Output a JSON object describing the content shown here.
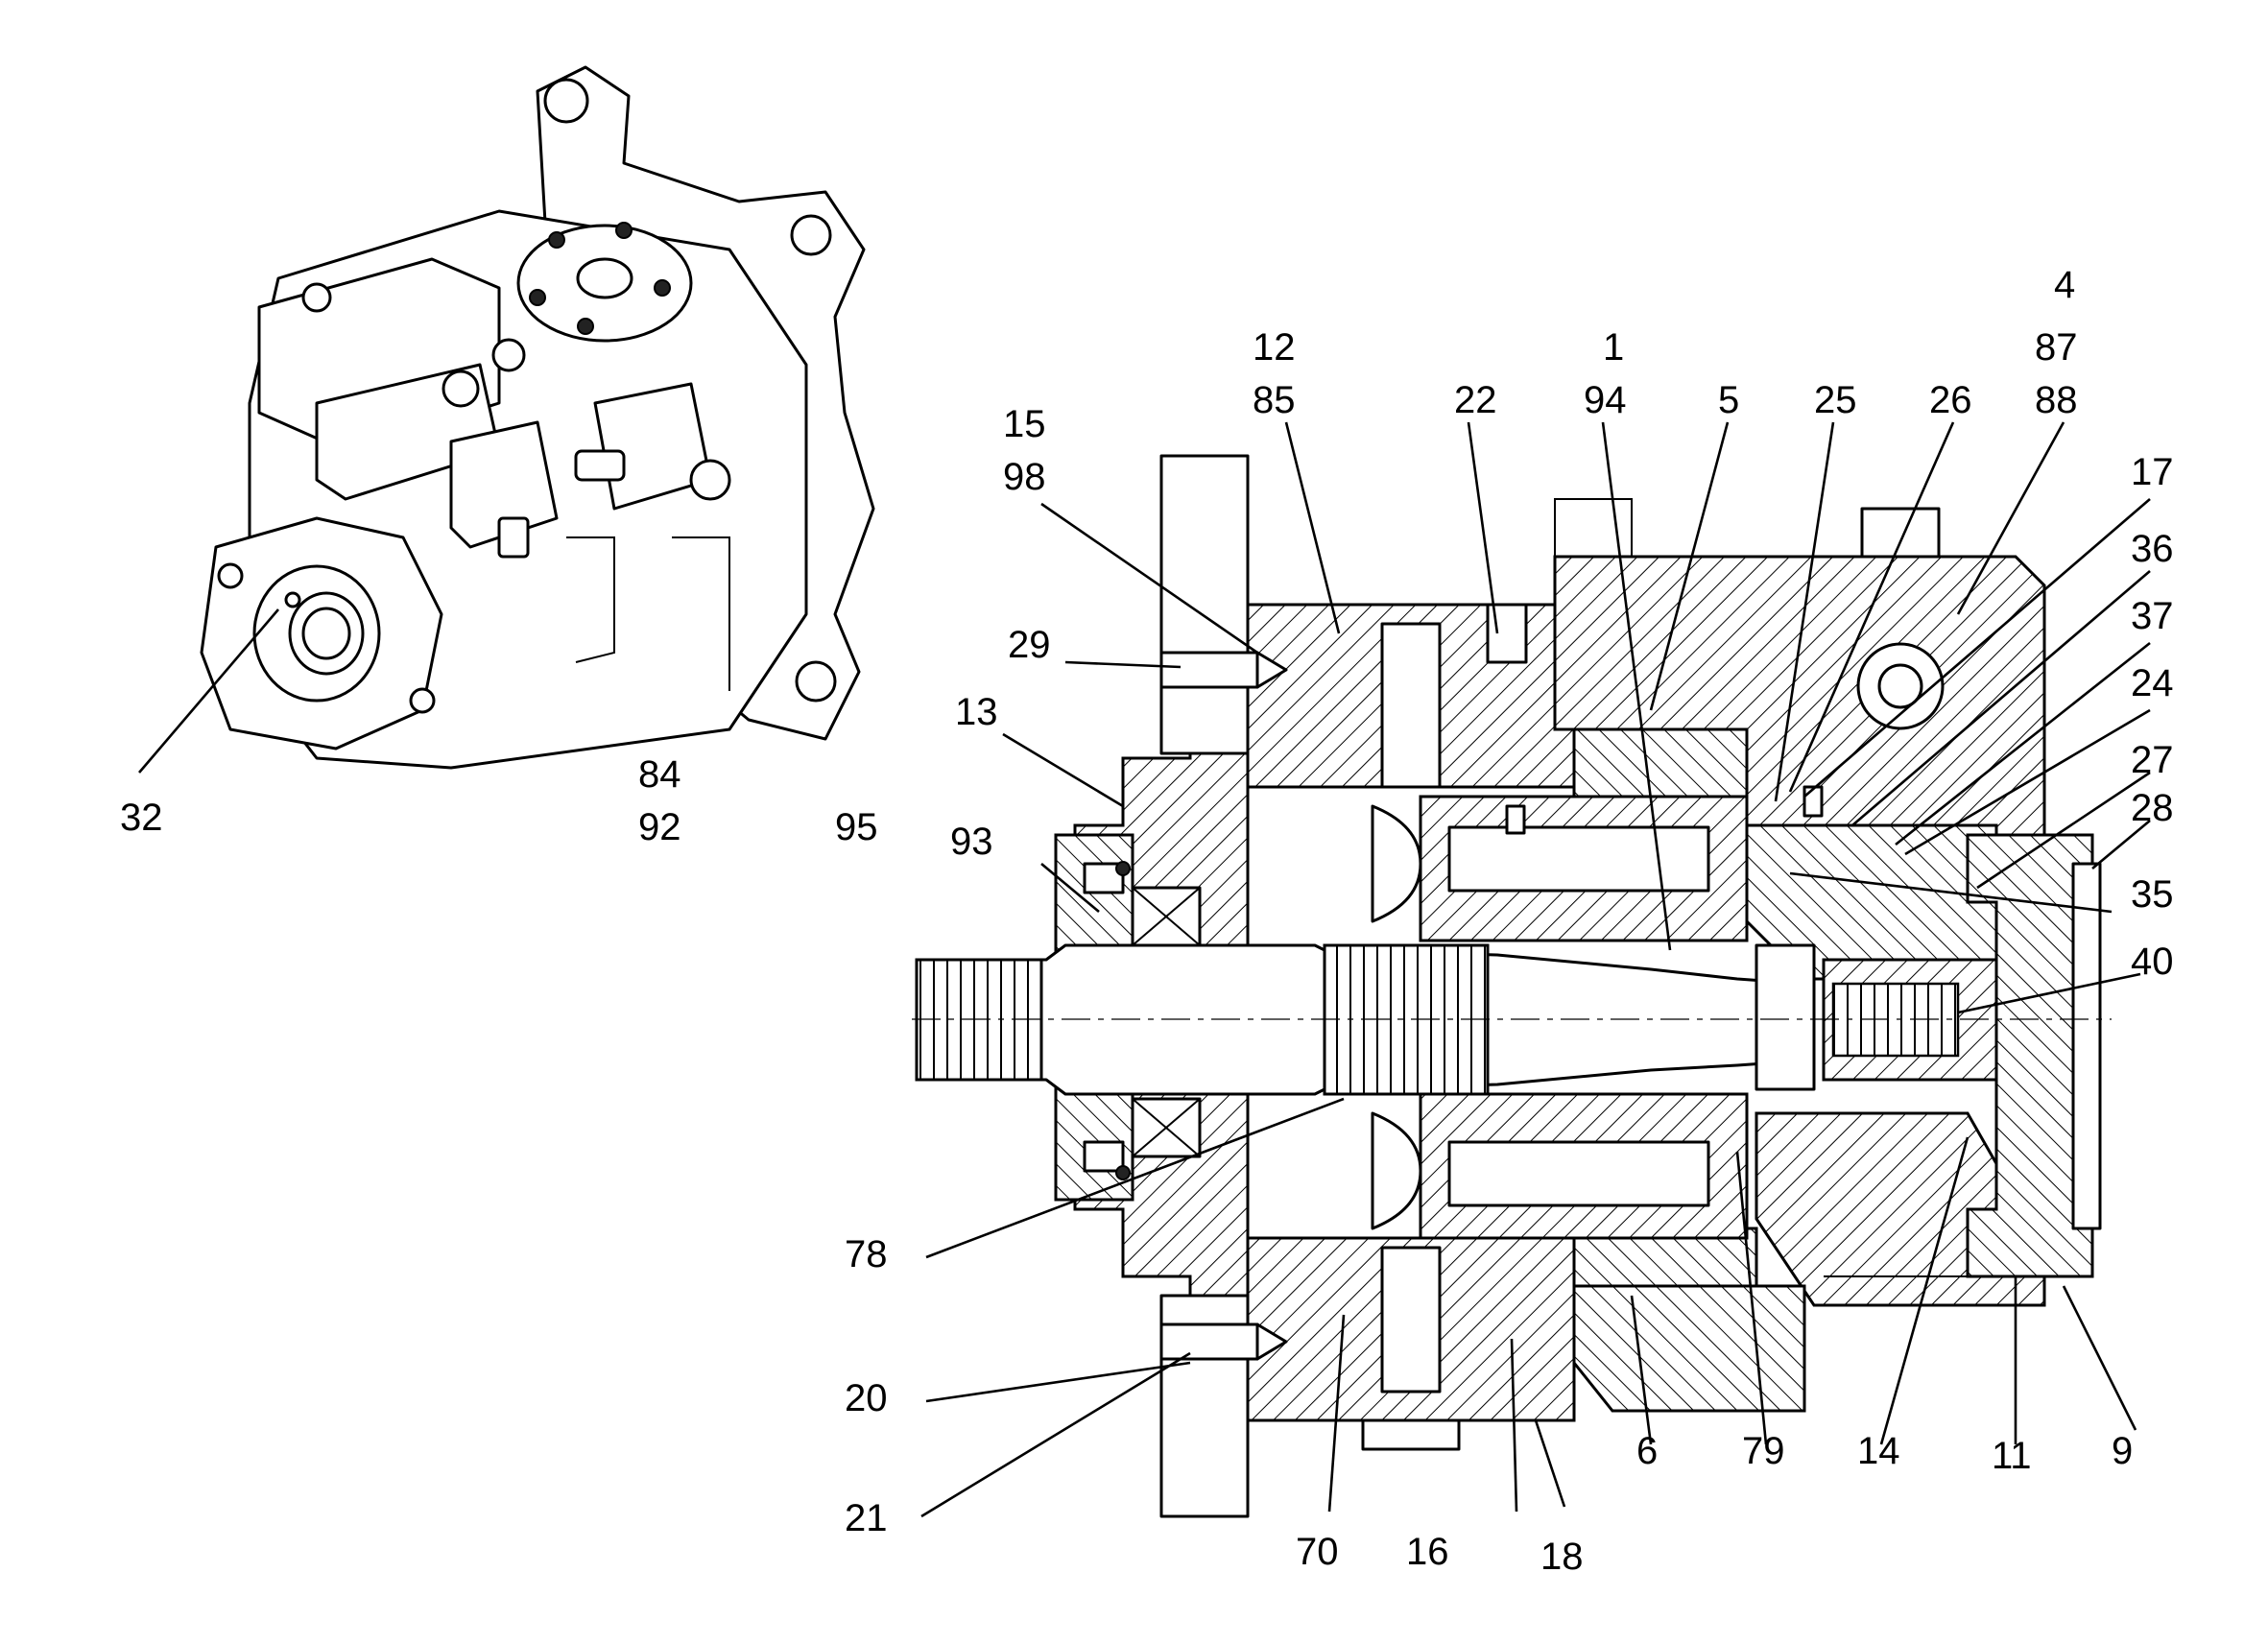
{
  "drawing": {
    "description_labels": [
      "4",
      "87",
      "88",
      "12",
      "85",
      "1",
      "94",
      "22",
      "5",
      "25",
      "26",
      "17",
      "36",
      "37",
      "24",
      "27",
      "28",
      "35",
      "40",
      "15",
      "98",
      "29",
      "13",
      "93",
      "95",
      "32",
      "84",
      "92",
      "78",
      "20",
      "21",
      "70",
      "16",
      "18",
      "6",
      "79",
      "14",
      "11",
      "9"
    ]
  },
  "callouts": [
    {
      "id": "c32",
      "text": "32"
    },
    {
      "id": "c84",
      "text": "84"
    },
    {
      "id": "c92",
      "text": "92"
    },
    {
      "id": "c95",
      "text": "95"
    },
    {
      "id": "c93",
      "text": "93"
    },
    {
      "id": "c13",
      "text": "13"
    },
    {
      "id": "c29",
      "text": "29"
    },
    {
      "id": "c15",
      "text": "15"
    },
    {
      "id": "c98",
      "text": "98"
    },
    {
      "id": "c12",
      "text": "12"
    },
    {
      "id": "c85",
      "text": "85"
    },
    {
      "id": "c22",
      "text": "22"
    },
    {
      "id": "c1",
      "text": "1"
    },
    {
      "id": "c94",
      "text": "94"
    },
    {
      "id": "c5",
      "text": "5"
    },
    {
      "id": "c25",
      "text": "25"
    },
    {
      "id": "c26",
      "text": "26"
    },
    {
      "id": "c4",
      "text": "4"
    },
    {
      "id": "c87",
      "text": "87"
    },
    {
      "id": "c88",
      "text": "88"
    },
    {
      "id": "c17",
      "text": "17"
    },
    {
      "id": "c36",
      "text": "36"
    },
    {
      "id": "c37",
      "text": "37"
    },
    {
      "id": "c24",
      "text": "24"
    },
    {
      "id": "c27",
      "text": "27"
    },
    {
      "id": "c28",
      "text": "28"
    },
    {
      "id": "c35",
      "text": "35"
    },
    {
      "id": "c40",
      "text": "40"
    },
    {
      "id": "c78",
      "text": "78"
    },
    {
      "id": "c20",
      "text": "20"
    },
    {
      "id": "c21",
      "text": "21"
    },
    {
      "id": "c70",
      "text": "70"
    },
    {
      "id": "c16",
      "text": "16"
    },
    {
      "id": "c18",
      "text": "18"
    },
    {
      "id": "c6",
      "text": "6"
    },
    {
      "id": "c79",
      "text": "79"
    },
    {
      "id": "c14",
      "text": "14"
    },
    {
      "id": "c11",
      "text": "11"
    },
    {
      "id": "c9",
      "text": "9"
    }
  ]
}
